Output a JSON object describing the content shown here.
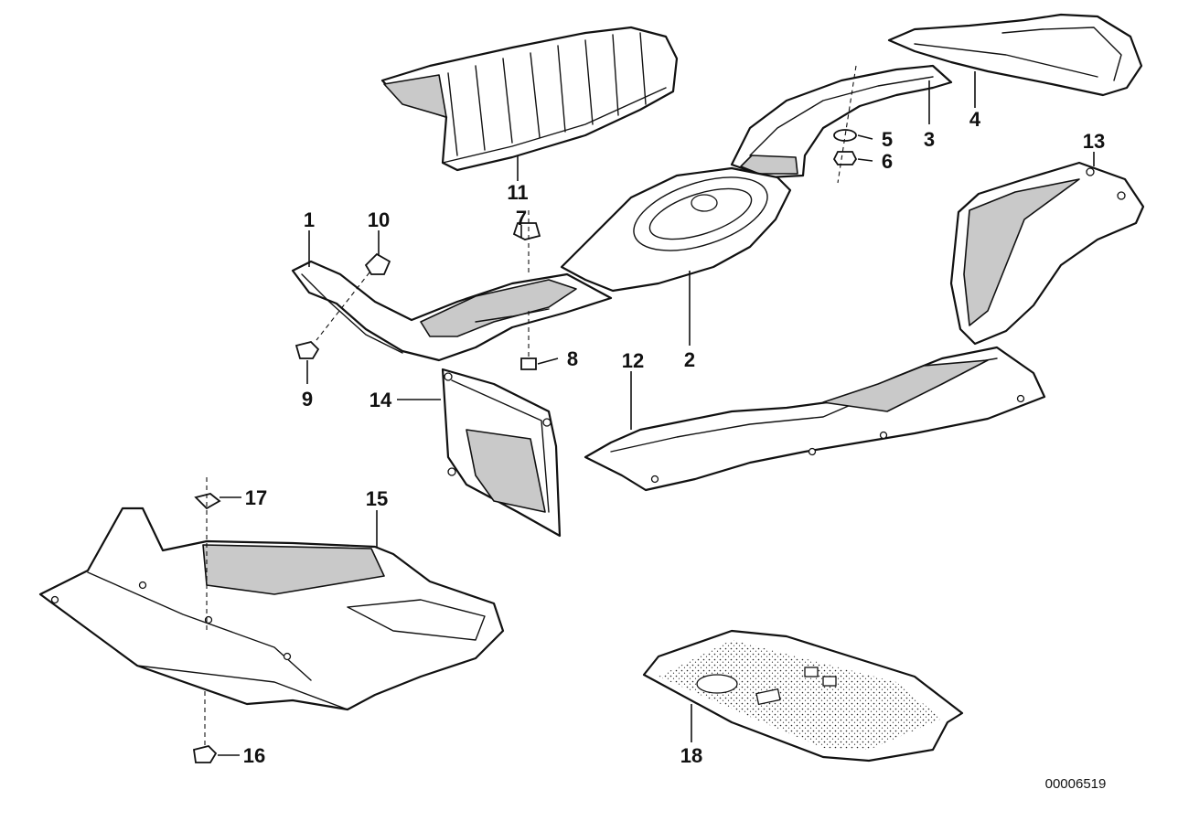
{
  "diagram": {
    "callouts": [
      "1",
      "2",
      "3",
      "4",
      "5",
      "6",
      "7",
      "8",
      "9",
      "10",
      "11",
      "12",
      "13",
      "14",
      "15",
      "16",
      "17",
      "18"
    ],
    "reference_number": "00006519"
  }
}
